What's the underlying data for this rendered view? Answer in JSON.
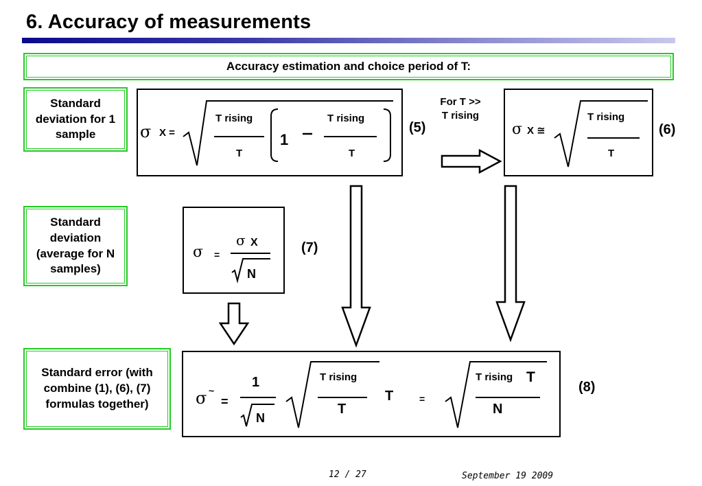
{
  "slide": {
    "title": "6. Accuracy of measurements",
    "header_box": "Accuracy estimation and choice period of T:",
    "labels": {
      "sd_one": "Standard deviation for 1 sample",
      "sd_avg": "Standard deviation (average for N samples)",
      "std_error": "Standard error (with combine (1), (6), (7) formulas together)"
    },
    "eq5": {
      "sigma": "σ",
      "sub": "X =",
      "num1": "T rising",
      "den1": "T",
      "one": "1",
      "num2": "T rising",
      "den2": "T",
      "number": "(5)"
    },
    "condition": "For T >> T rising",
    "eq6": {
      "sigma": "σ",
      "sub": "X ≅",
      "num": "T rising",
      "den": "T",
      "number": "(6)"
    },
    "eq7": {
      "sigma": "σ",
      "eq": "=",
      "num_sigma": "σ",
      "num_sub": "X",
      "den": "N",
      "number": "(7)"
    },
    "eq8": {
      "sigma": "σ",
      "tilde": "~",
      "eq": "=",
      "one": "1",
      "den_n": "N",
      "num1": "T rising",
      "den1": "T",
      "t_mult": "T",
      "eq2": "=",
      "num2": "T rising",
      "num2_t": "T",
      "den2": "N",
      "number": "(8)"
    },
    "footer": {
      "page": "12 / 27",
      "date": "September 19 2009"
    }
  }
}
